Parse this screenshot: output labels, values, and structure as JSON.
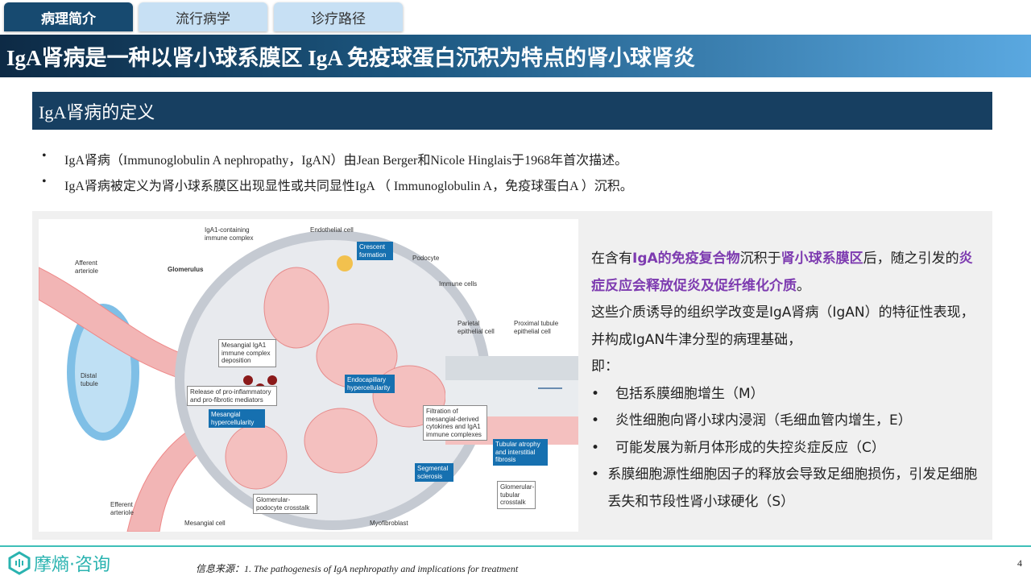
{
  "tabs": [
    {
      "label": "病理简介",
      "active": true
    },
    {
      "label": "流行病学",
      "active": false
    },
    {
      "label": "诊疗路径",
      "active": false
    }
  ],
  "title": "IgA肾病是一种以肾小球系膜区 IgA 免疫球蛋白沉积为特点的肾小球肾炎",
  "section_title": "IgA肾病的定义",
  "bullets": [
    "IgA肾病（Immunoglobulin A nephropathy，IgAN）由Jean Berger和Nicole Hinglais于1968年首次描述。",
    "IgA肾病被定义为肾小球系膜区出现显性或共同显性IgA （ Immunoglobulin A，免疫球蛋白A ）沉积。"
  ],
  "diagram": {
    "labels": {
      "igA1_complex": "IgA1-containing immune complex",
      "endothelial": "Endothelial cell",
      "crescent": "Crescent formation",
      "podocyte": "Podocyte",
      "immune_cells": "Immune cells",
      "afferent": "Afferent arteriole",
      "glomerulus": "Glomerulus",
      "parietal": "Parietal epithelial cell",
      "proximal": "Proximal tubule epithelial cell",
      "mesangial_dep": "Mesangial IgA1 immune complex deposition",
      "distal": "Distal tubule",
      "endocap": "Endocapillary hypercellularity",
      "release": "Release of pro-inflammatory and pro-fibrotic mediators",
      "filtration": "Filtration of mesangial-derived cytokines and IgA1 immune complexes",
      "mes_hyper": "Mesangial hypercellularity",
      "tubular": "Tubular atrophy and interstitial fibrosis",
      "segmental": "Segmental sclerosis",
      "glom_podo": "Glomerular-podocyte crosstalk",
      "glom_tub": "Glomerular-tubular crosstalk",
      "efferent": "Efferent arteriole",
      "mesangial_cell": "Mesangial cell",
      "myofibroblast": "Myofibroblast"
    }
  },
  "right": {
    "p1": [
      {
        "t": "在含有",
        "hl": false
      },
      {
        "t": "IgA的免疫复合物",
        "hl": true
      },
      {
        "t": "沉积于",
        "hl": false
      },
      {
        "t": "肾小球系膜区",
        "hl": true
      },
      {
        "t": "后，随之引发的",
        "hl": false
      },
      {
        "t": "炎症反应会释放促炎及促纤维化介质",
        "hl": true
      },
      {
        "t": "。",
        "hl": false
      }
    ],
    "p2": "这些介质诱导的组织学改变是IgA肾病（IgAN）的特征性表现，并构成IgAN牛津分型的病理基础，",
    "p3": "即：",
    "bullets": [
      "包括系膜细胞增生（M）",
      "炎性细胞向肾小球内浸润（毛细血管内增生，E）",
      "可能发展为新月体形成的失控炎症反应（C）",
      "系膜细胞源性细胞因子的释放会导致足细胞损伤，引发足细胞丢失和节段性肾小球硬化（S）"
    ]
  },
  "footer": {
    "logo": "摩熵·咨询",
    "source": "信息来源：1. The pathogenesis of IgA nephropathy and implications for treatment",
    "page": "4"
  },
  "colors": {
    "navy": "#173f61",
    "highlight": "#7d3bb0",
    "teal": "#2ab3b0"
  }
}
